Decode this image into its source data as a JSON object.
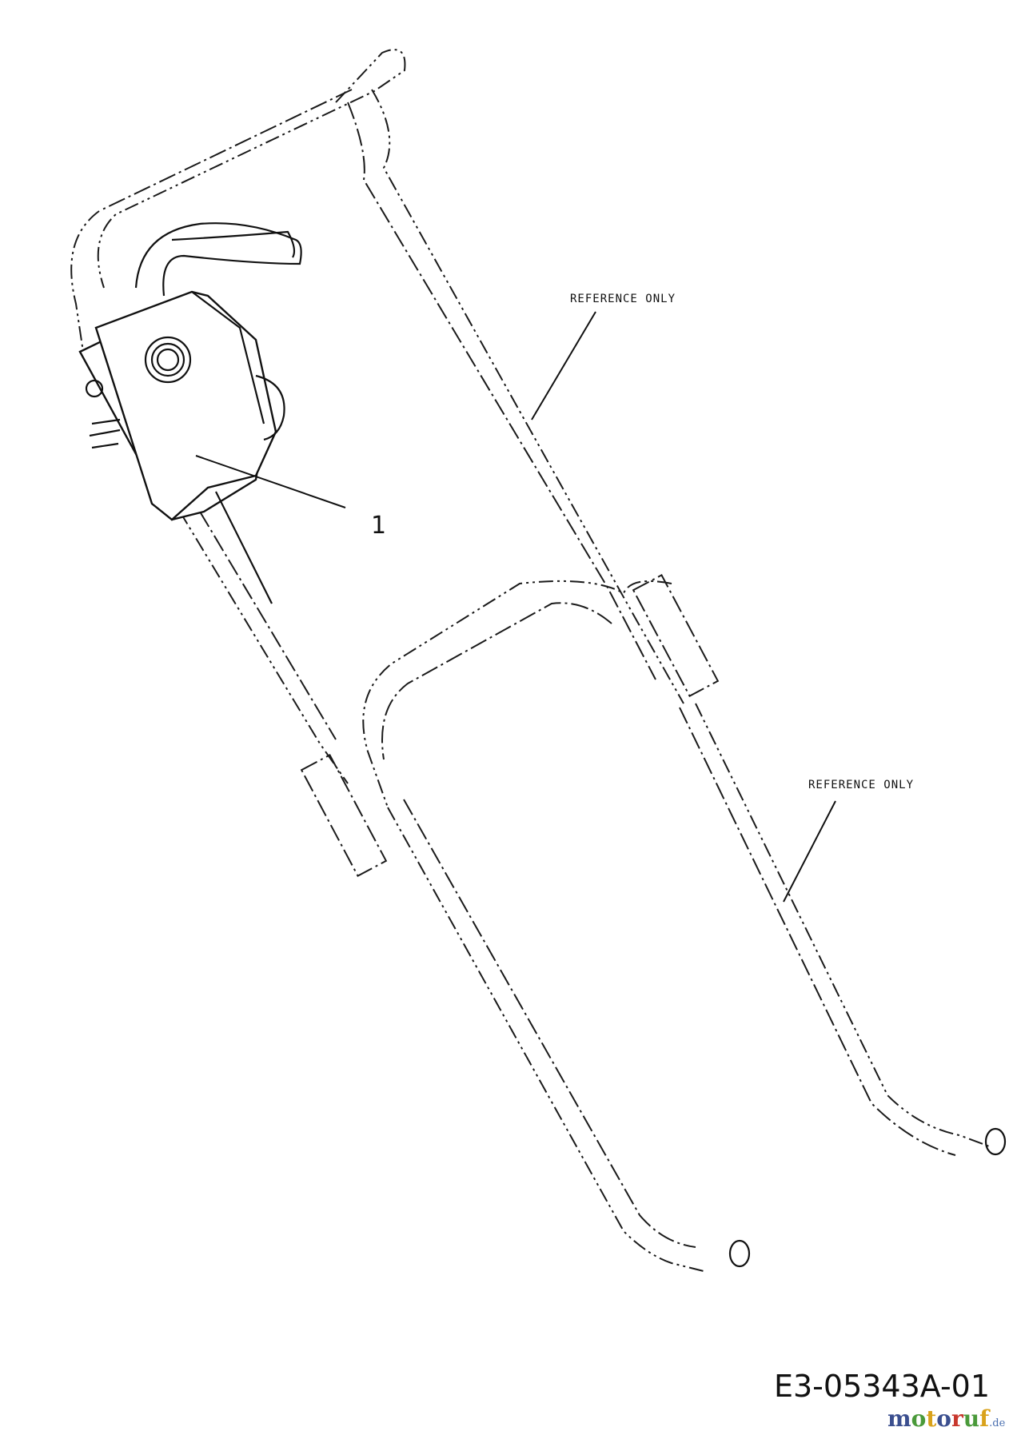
{
  "labels": {
    "reference_upper": "REFERENCE ONLY",
    "reference_lower": "REFERENCE ONLY",
    "callout_1": "1",
    "drawing_number": "E3-05343A-01"
  },
  "logo": {
    "letters": [
      "m",
      "o",
      "t",
      "o",
      "r",
      "u",
      "f"
    ],
    "colors": [
      "#3b4f8f",
      "#4a9a3a",
      "#d9a21b",
      "#3b4f8f",
      "#c8372d",
      "#4a9a3a",
      "#d9a21b"
    ],
    "tld": ".de"
  }
}
